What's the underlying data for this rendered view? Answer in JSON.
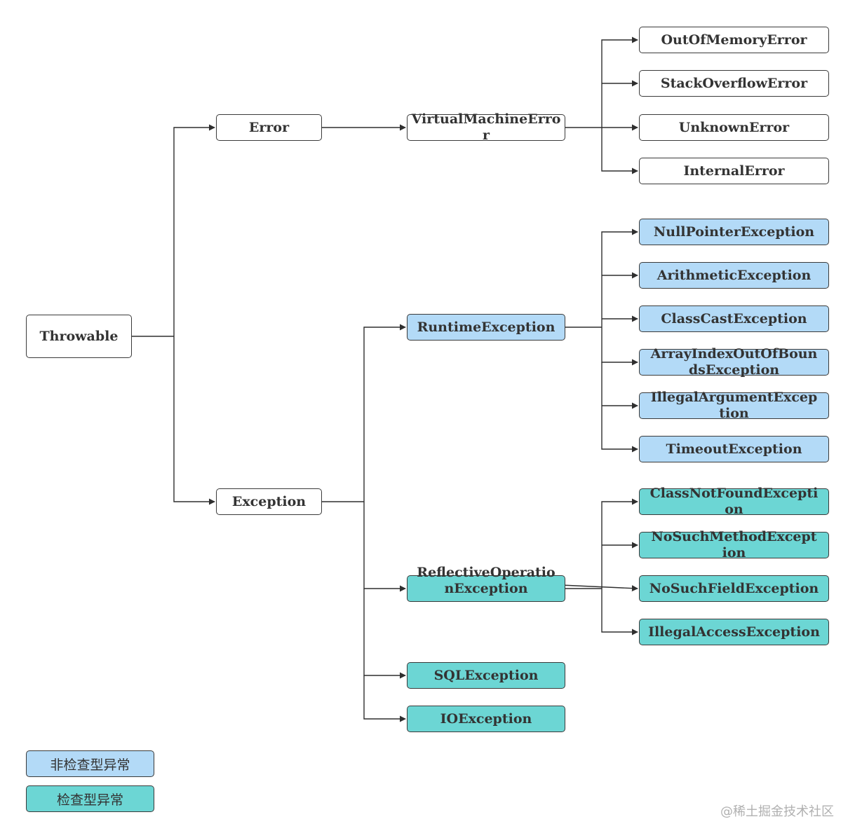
{
  "colors": {
    "unchecked": "#b3daf7",
    "checked": "#6cd6d4",
    "plain": "#ffffff",
    "line": "#2f2f2f"
  },
  "nodes": {
    "throwable": "Throwable",
    "error": "Error",
    "exception": "Exception",
    "virtual_machine_error": "VirtualMachineError",
    "out_of_memory_error": "OutOfMemoryError",
    "stack_overflow_error": "StackOverflowError",
    "unknown_error": "UnknownError",
    "internal_error": "InternalError",
    "runtime_exception": "RuntimeException",
    "null_pointer_exception": "NullPointerException",
    "arithmetic_exception": "ArithmeticException",
    "class_cast_exception": "ClassCastException",
    "array_index_out_of_bounds_exception": "ArrayIndexOutOfBoundsException",
    "illegal_argument_exception": "IllegalArgumentException",
    "timeout_exception": "TimeoutException",
    "reflective_operation_exception": "ReflectiveOperationException",
    "class_not_found_exception": "ClassNotFoundException",
    "no_such_method_exception": "NoSuchMethodException",
    "no_such_field_exception": "NoSuchFieldException",
    "illegal_access_exception": "IllegalAccessException",
    "sql_exception": "SQLException",
    "io_exception": "IOException"
  },
  "legend": {
    "unchecked_label": "非检查型异常",
    "checked_label": "检查型异常"
  },
  "watermark": "@稀土掘金技术社区"
}
